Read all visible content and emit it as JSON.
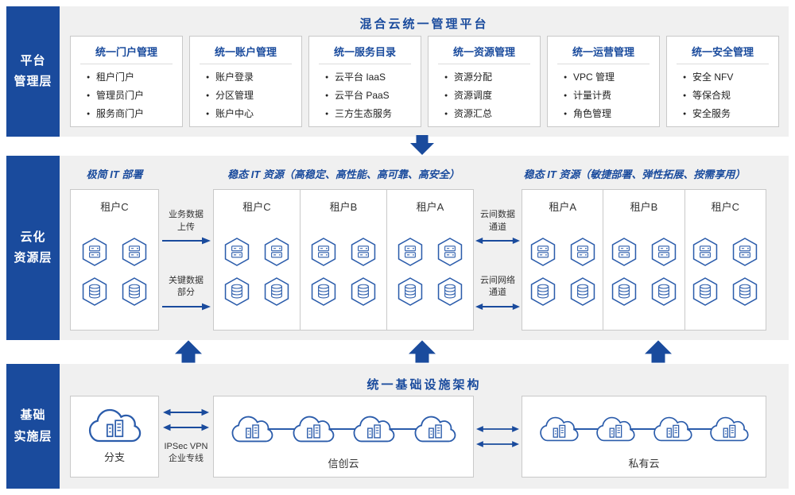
{
  "colors": {
    "primary_blue": "#1a4b9d",
    "icon_blue": "#2b5cab",
    "band_bg": "#f0f0f0",
    "box_border": "#c9c9c9",
    "text_dark": "#333333"
  },
  "platform_layer": {
    "label": "平台\n管理层",
    "title": "混合云统一管理平台",
    "modules": [
      {
        "title": "统一门户管理",
        "items": [
          "租户门户",
          "管理员门户",
          "服务商门户"
        ]
      },
      {
        "title": "统一账户管理",
        "items": [
          "账户登录",
          "分区管理",
          "账户中心"
        ]
      },
      {
        "title": "统一服务目录",
        "items": [
          "云平台 IaaS",
          "云平台 PaaS",
          "三方生态服务"
        ]
      },
      {
        "title": "统一资源管理",
        "items": [
          "资源分配",
          "资源调度",
          "资源汇总"
        ]
      },
      {
        "title": "统一运营管理",
        "items": [
          "VPC 管理",
          "计量计费",
          "角色管理"
        ]
      },
      {
        "title": "统一安全管理",
        "items": [
          "安全 NFV",
          "等保合规",
          "安全服务"
        ]
      }
    ]
  },
  "resource_layer": {
    "label": "云化\n资源层",
    "left_header": "极简 IT 部署",
    "middle_header": "稳态 IT 资源（高稳定、高性能、高可靠、高安全）",
    "right_header": "稳态 IT 资源（敏捷部署、弹性拓展、按需享用）",
    "left_tenant": "租户C",
    "middle_tenants": [
      "租户C",
      "租户B",
      "租户A"
    ],
    "right_tenants": [
      "租户A",
      "租户B",
      "租户C"
    ],
    "upload_label": "业务数据\n上传",
    "keydata_label": "关键数据\n部分",
    "data_channel_label": "云间数据\n通道",
    "network_channel_label": "云间网络\n通道"
  },
  "infra_layer": {
    "label": "基础\n实施层",
    "title": "统一基础设施架构",
    "branch_label": "分支",
    "vpn_label": "IPSec VPN\n企业专线",
    "xinchuang_label": "信创云",
    "private_label": "私有云"
  },
  "icons": {
    "server_hexagon_icon": "hexagon outline containing server stack",
    "database_hexagon_icon": "hexagon outline containing database cylinder",
    "cloud_node_icon": "cloud outline containing buildings",
    "down_block_arrow_icon": "solid downward block arrow",
    "up_block_arrow_icon": "solid upward block arrow",
    "right_arrow_icon": "thin right-pointing arrow",
    "double_arrow_icon": "thin double-headed arrow"
  }
}
